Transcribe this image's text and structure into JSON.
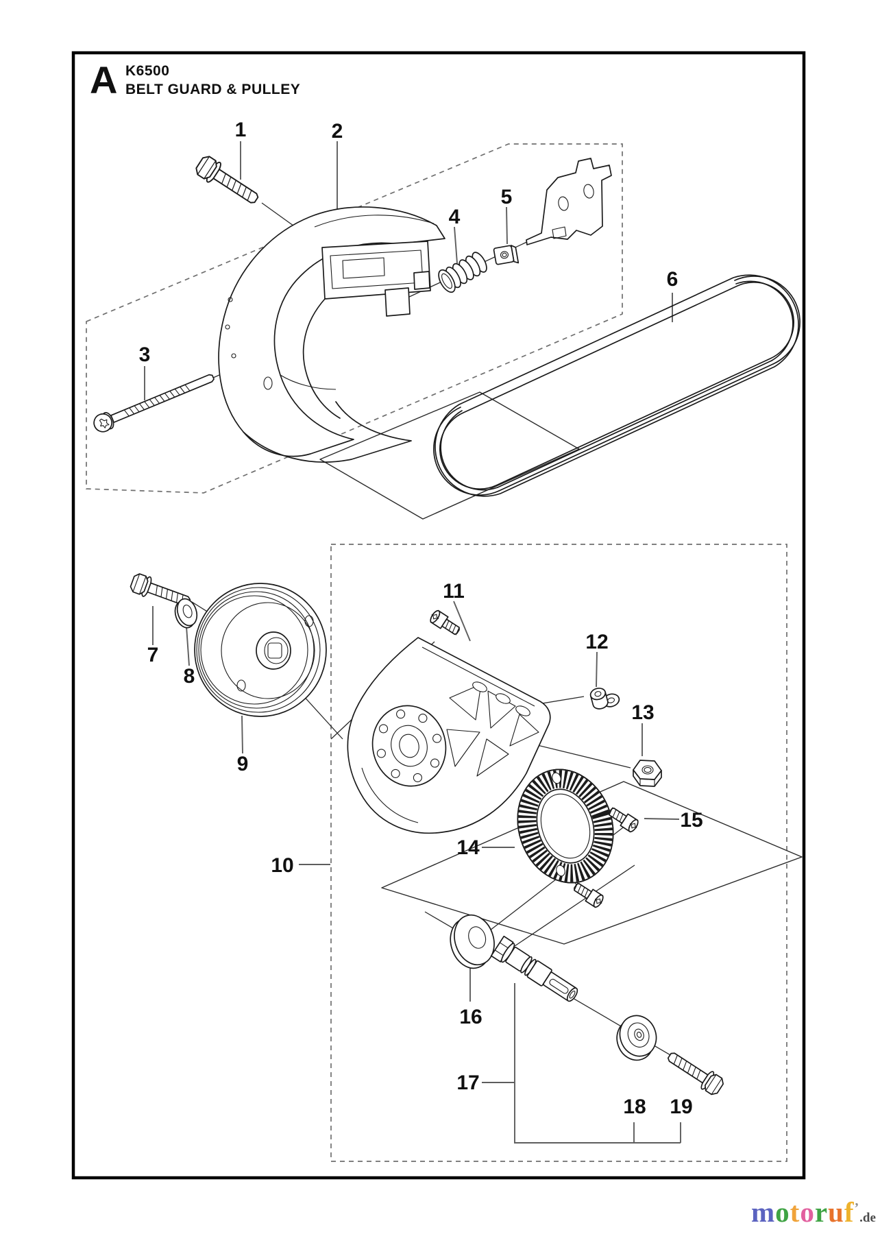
{
  "title": {
    "section_letter": "A",
    "model": "K6500",
    "page_title": "BELT GUARD & PULLEY"
  },
  "part_numbers": [
    "1",
    "2",
    "3",
    "4",
    "5",
    "6",
    "7",
    "8",
    "9",
    "10",
    "11",
    "12",
    "13",
    "14",
    "15",
    "16",
    "17",
    "18",
    "19"
  ],
  "colors": {
    "line": "#1a1a1a",
    "leader": "#5d5d5d",
    "dashed_box": "#6f6f6f",
    "background": "#ffffff"
  },
  "logo": {
    "letters": [
      {
        "ch": "m",
        "color": "#5b63c0"
      },
      {
        "ch": "o",
        "color": "#3fa344"
      },
      {
        "ch": "t",
        "color": "#f0a33a"
      },
      {
        "ch": "o",
        "color": "#e2609f"
      },
      {
        "ch": "r",
        "color": "#3fa344"
      },
      {
        "ch": "u",
        "color": "#e8732c"
      },
      {
        "ch": "f",
        "color": "#eeb22d"
      }
    ],
    "tick": "’",
    "suffix": ".de",
    "suffix_color": "#4a4a4a"
  }
}
